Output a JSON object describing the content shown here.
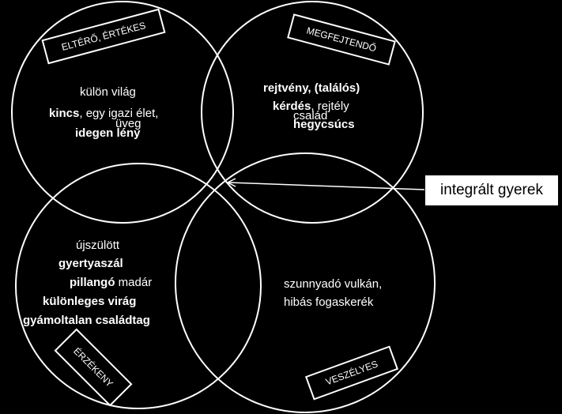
{
  "tags": {
    "top_left": "ELTÉRŐ, ÉRTÉKES",
    "top_right": "MEGFEJTENDŐ",
    "bottom_left": "ÉRZÉKENY",
    "bottom_right": "VESZÉLYES"
  },
  "callout": "integrált gyerek",
  "top_left_text": {
    "line1": "külön világ",
    "line2_bold": "kincs",
    "line2_rest": ", egy igazi élet,",
    "overlap_word": "üveg",
    "line3_bold": "idegen lény"
  },
  "top_right_text": {
    "line1_bold": "rejtvény, (találós)",
    "line2_bold": "kérdés",
    "line2_rest": ", rejtély",
    "overlap_word": "család",
    "line3_bold": "hegycsúcs"
  },
  "bottom_left_text": {
    "line1": "újszülött",
    "line2_bold": "gyertyaszál",
    "line3_bold": "pillangó",
    "line3_rest": " madár",
    "line4_bold": "különleges virág",
    "line5_bold": "gyámoltalan családtag"
  },
  "bottom_right_text": {
    "line1": "szunnyadó vulkán,",
    "line2": "hibás fogaskerék"
  },
  "colors": {
    "background": "#000000",
    "lines": "#ffffff",
    "callout_bg": "#ffffff"
  }
}
